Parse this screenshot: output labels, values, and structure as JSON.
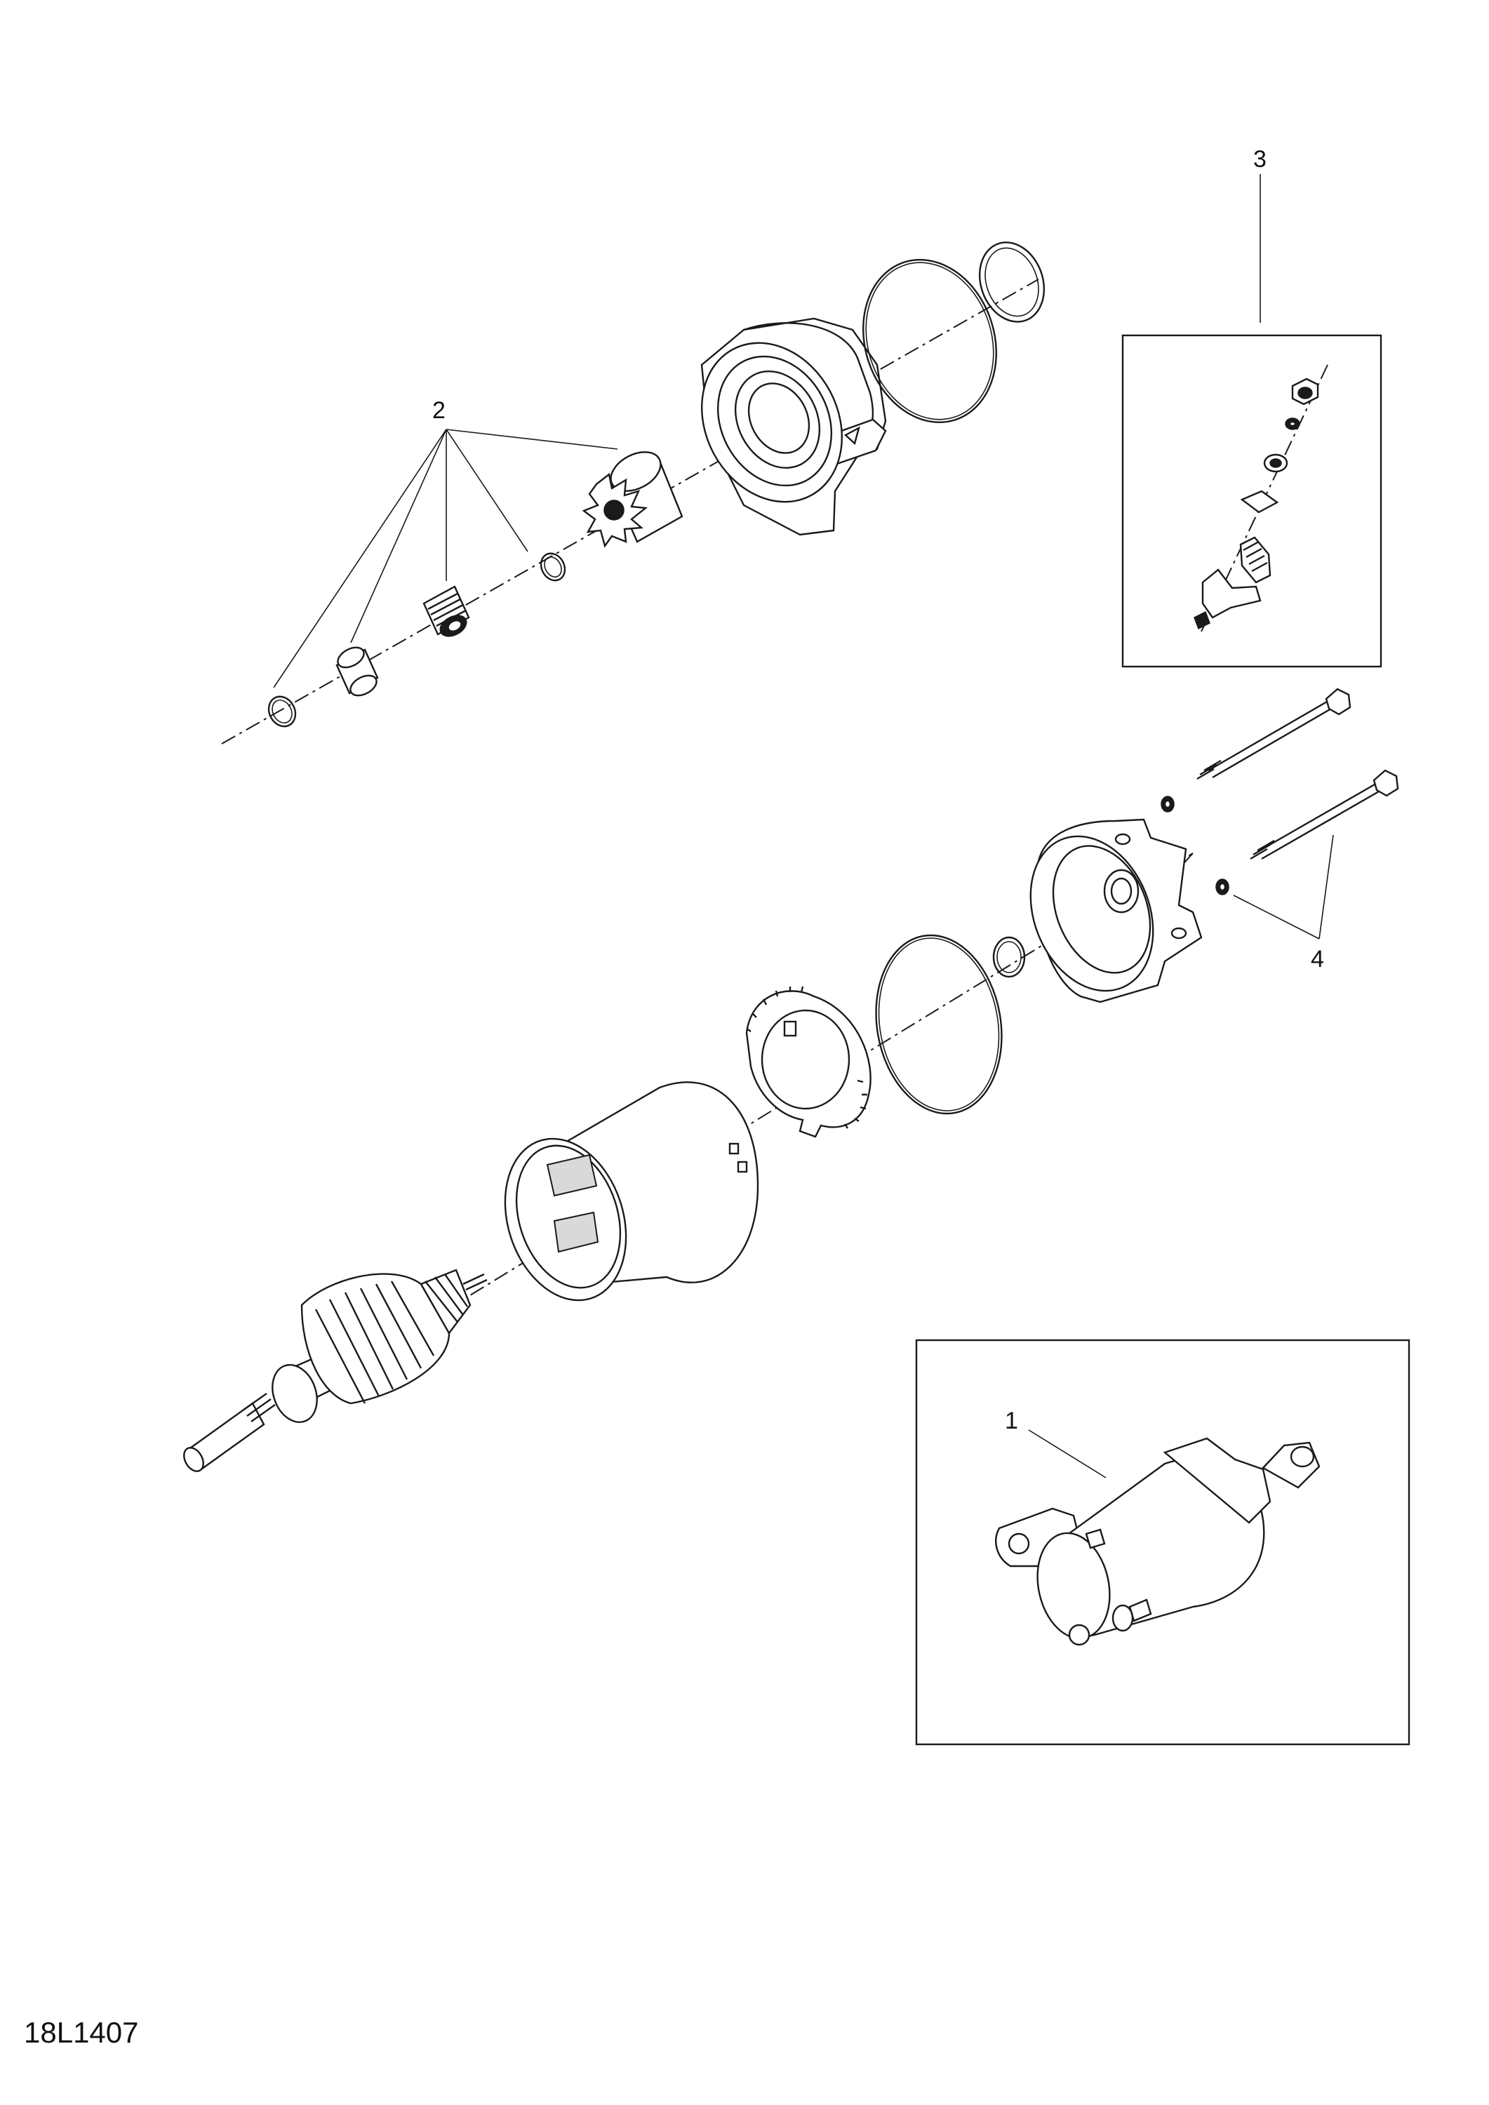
{
  "drawing_code": "18L1407",
  "callouts": {
    "item1": "1",
    "item2": "2",
    "item3": "3",
    "item4": "4"
  }
}
